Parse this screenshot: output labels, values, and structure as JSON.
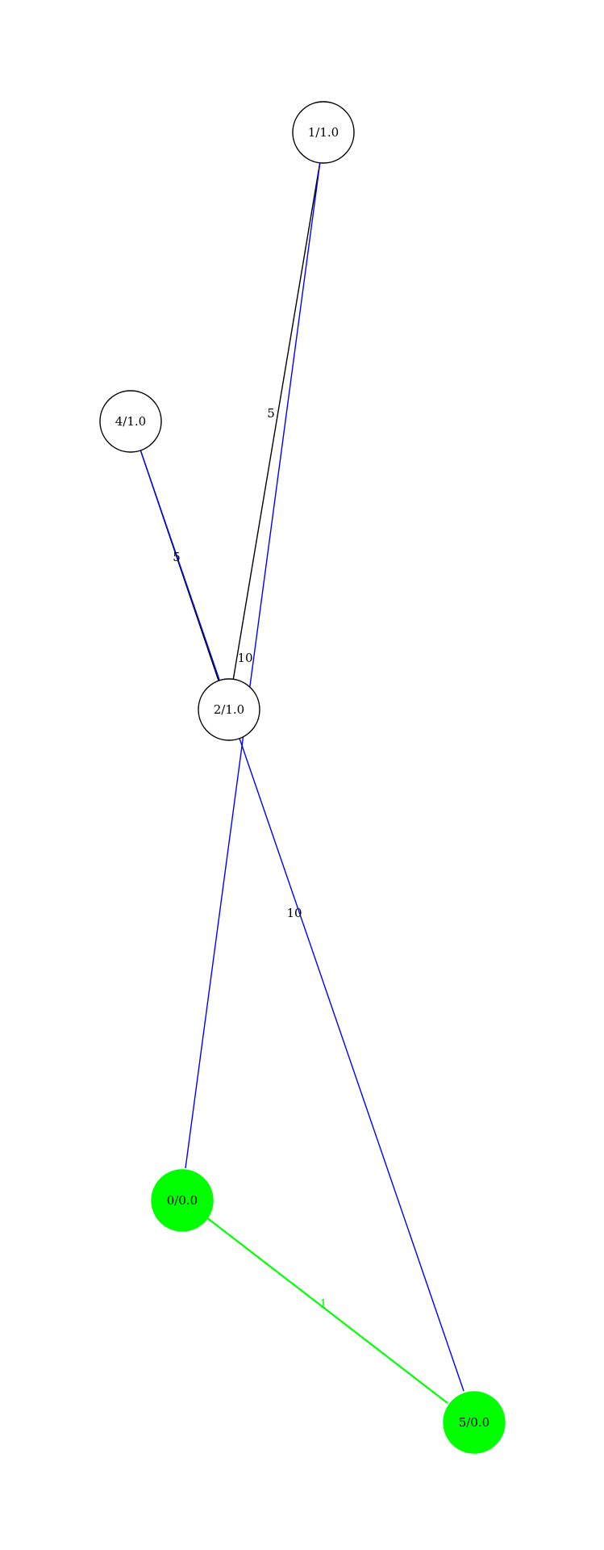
{
  "nodes": [
    {
      "id": "n1",
      "label": "1/1.0",
      "fill": "#ffffff",
      "stroke": "#000000"
    },
    {
      "id": "n4",
      "label": "4/1.0",
      "fill": "#ffffff",
      "stroke": "#000000"
    },
    {
      "id": "n2",
      "label": "2/1.0",
      "fill": "#ffffff",
      "stroke": "#000000"
    },
    {
      "id": "n0",
      "label": "0/0.0",
      "fill": "#00ff00",
      "stroke": "#00ff00"
    },
    {
      "id": "n5",
      "label": "5/0.0",
      "fill": "#00ff00",
      "stroke": "#00ff00"
    }
  ],
  "edges": [
    {
      "from": "n1",
      "to": "n2",
      "label": "5",
      "color": "#000000"
    },
    {
      "from": "n2",
      "to": "n1",
      "label": "10",
      "color": "#000000"
    },
    {
      "from": "n1",
      "to": "n0",
      "label": "",
      "color": "#0000ff"
    },
    {
      "from": "n4",
      "to": "n2",
      "label": "5",
      "color": "#000000"
    },
    {
      "from": "n4",
      "to": "n5",
      "label": "10",
      "color": "#0000ff"
    },
    {
      "from": "n0",
      "to": "n5",
      "label": "1",
      "color": "#00ff00"
    }
  ]
}
